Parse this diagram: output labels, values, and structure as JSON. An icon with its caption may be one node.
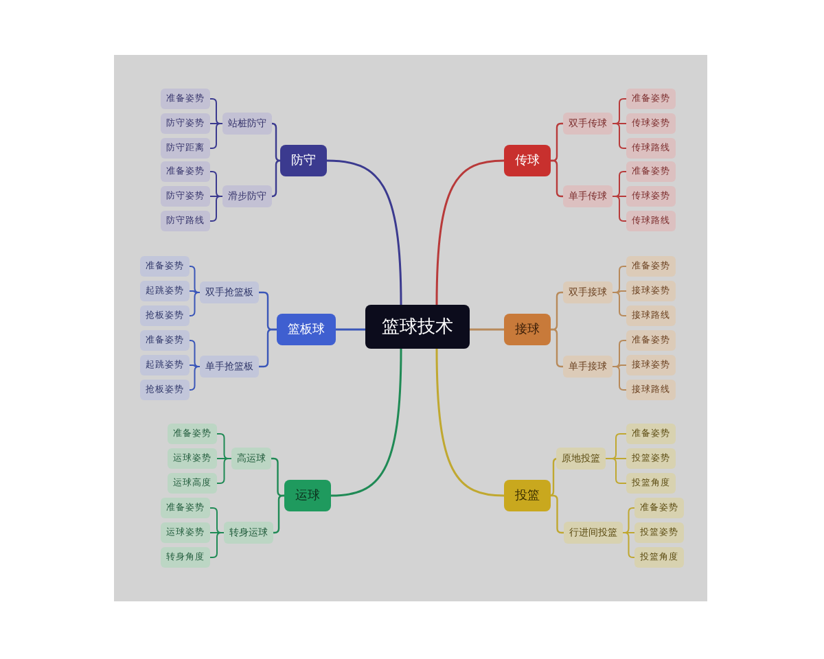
{
  "diagram": {
    "nodes": [
      {
        "text": [
          "篮球技术"
        ]
      },
      {
        "text": [
          "防守"
        ]
      },
      {
        "text": [
          "站桩防守"
        ]
      },
      {
        "text": [
          "准备姿势"
        ]
      },
      {
        "text": [
          "防守姿势"
        ]
      },
      {
        "text": [
          "防守距离"
        ]
      },
      {
        "text": [
          "滑步防守"
        ]
      },
      {
        "text": [
          "准备姿势"
        ]
      },
      {
        "text": [
          "防守姿势"
        ]
      },
      {
        "text": [
          "防守路线"
        ]
      },
      {
        "text": [
          "传球"
        ]
      },
      {
        "text": [
          "双手传球"
        ]
      },
      {
        "text": [
          "准备姿势"
        ]
      },
      {
        "text": [
          "传球姿势"
        ]
      },
      {
        "text": [
          "传球路线"
        ]
      },
      {
        "text": [
          "单手传球"
        ]
      },
      {
        "text": [
          "准备姿势"
        ]
      },
      {
        "text": [
          "传球姿势"
        ]
      },
      {
        "text": [
          "传球路线"
        ]
      },
      {
        "text": [
          "篮板球"
        ]
      },
      {
        "text": [
          "双手抢篮板"
        ]
      },
      {
        "text": [
          "准备姿势"
        ]
      },
      {
        "text": [
          "起跳姿势"
        ]
      },
      {
        "text": [
          "抢板姿势"
        ]
      },
      {
        "text": [
          "单手抢篮板"
        ]
      },
      {
        "text": [
          "准备姿势"
        ]
      },
      {
        "text": [
          "起跳姿势"
        ]
      },
      {
        "text": [
          "抢板姿势"
        ]
      },
      {
        "text": [
          "接球"
        ]
      },
      {
        "text": [
          "双手接球"
        ]
      },
      {
        "text": [
          "准备姿势"
        ]
      },
      {
        "text": [
          "接球姿势"
        ]
      },
      {
        "text": [
          "接球路线"
        ]
      },
      {
        "text": [
          "单手接球"
        ]
      },
      {
        "text": [
          "准备姿势"
        ]
      },
      {
        "text": [
          "接球姿势"
        ]
      },
      {
        "text": [
          "接球路线"
        ]
      },
      {
        "text": [
          "运球"
        ]
      },
      {
        "text": [
          "高运球"
        ]
      },
      {
        "text": [
          "准备姿势"
        ]
      },
      {
        "text": [
          "运球姿势"
        ]
      },
      {
        "text": [
          "运球高度"
        ]
      },
      {
        "text": [
          "转身运球"
        ]
      },
      {
        "text": [
          "准备姿势"
        ]
      },
      {
        "text": [
          "运球姿势"
        ]
      },
      {
        "text": [
          "转身角度"
        ]
      },
      {
        "text": [
          "投篮"
        ]
      },
      {
        "text": [
          "原地投篮"
        ]
      },
      {
        "text": [
          "准备姿势"
        ]
      },
      {
        "text": [
          "投篮姿势"
        ]
      },
      {
        "text": [
          "投篮角度"
        ]
      },
      {
        "text": [
          "行进间投篮"
        ]
      },
      {
        "text": [
          "准备姿势"
        ]
      },
      {
        "text": [
          "投篮姿势"
        ]
      },
      {
        "text": [
          "投篮角度"
        ]
      }
    ],
    "edges": [
      {
        "from": 0,
        "to": 1,
        "arrow": "none",
        "color": "#3b3a8f"
      },
      {
        "from": 1,
        "to": 2,
        "arrow": "none",
        "color": "#3b3a8f"
      },
      {
        "from": 1,
        "to": 6,
        "arrow": "none",
        "color": "#3b3a8f"
      },
      {
        "from": 2,
        "to": 3,
        "arrow": "none",
        "color": "#3b3a8f"
      },
      {
        "from": 2,
        "to": 4,
        "arrow": "none",
        "color": "#3b3a8f"
      },
      {
        "from": 2,
        "to": 5,
        "arrow": "none",
        "color": "#3b3a8f"
      },
      {
        "from": 6,
        "to": 7,
        "arrow": "none",
        "color": "#3b3a8f"
      },
      {
        "from": 6,
        "to": 8,
        "arrow": "none",
        "color": "#3b3a8f"
      },
      {
        "from": 6,
        "to": 9,
        "arrow": "none",
        "color": "#3b3a8f"
      },
      {
        "from": 0,
        "to": 10,
        "arrow": "none",
        "color": "#b83a3a"
      },
      {
        "from": 10,
        "to": 11,
        "arrow": "none",
        "color": "#b83a3a"
      },
      {
        "from": 10,
        "to": 15,
        "arrow": "none",
        "color": "#b83a3a"
      },
      {
        "from": 11,
        "to": 12,
        "arrow": "none",
        "color": "#b83a3a"
      },
      {
        "from": 11,
        "to": 13,
        "arrow": "none",
        "color": "#b83a3a"
      },
      {
        "from": 11,
        "to": 14,
        "arrow": "none",
        "color": "#b83a3a"
      },
      {
        "from": 15,
        "to": 16,
        "arrow": "none",
        "color": "#b83a3a"
      },
      {
        "from": 15,
        "to": 17,
        "arrow": "none",
        "color": "#b83a3a"
      },
      {
        "from": 15,
        "to": 18,
        "arrow": "none",
        "color": "#b83a3a"
      },
      {
        "from": 0,
        "to": 19,
        "arrow": "none",
        "color": "#3a56b8"
      },
      {
        "from": 19,
        "to": 20,
        "arrow": "none",
        "color": "#3a56b8"
      },
      {
        "from": 19,
        "to": 24,
        "arrow": "none",
        "color": "#3a56b8"
      },
      {
        "from": 20,
        "to": 21,
        "arrow": "none",
        "color": "#3a56b8"
      },
      {
        "from": 20,
        "to": 22,
        "arrow": "none",
        "color": "#3a56b8"
      },
      {
        "from": 20,
        "to": 23,
        "arrow": "none",
        "color": "#3a56b8"
      },
      {
        "from": 24,
        "to": 25,
        "arrow": "none",
        "color": "#3a56b8"
      },
      {
        "from": 24,
        "to": 26,
        "arrow": "none",
        "color": "#3a56b8"
      },
      {
        "from": 24,
        "to": 27,
        "arrow": "none",
        "color": "#3a56b8"
      },
      {
        "from": 0,
        "to": 28,
        "arrow": "none",
        "color": "#b88a5a"
      },
      {
        "from": 28,
        "to": 29,
        "arrow": "none",
        "color": "#b88a5a"
      },
      {
        "from": 28,
        "to": 33,
        "arrow": "none",
        "color": "#b88a5a"
      },
      {
        "from": 29,
        "to": 30,
        "arrow": "none",
        "color": "#b88a5a"
      },
      {
        "from": 29,
        "to": 31,
        "arrow": "none",
        "color": "#b88a5a"
      },
      {
        "from": 29,
        "to": 32,
        "arrow": "none",
        "color": "#b88a5a"
      },
      {
        "from": 33,
        "to": 34,
        "arrow": "none",
        "color": "#b88a5a"
      },
      {
        "from": 33,
        "to": 35,
        "arrow": "none",
        "color": "#b88a5a"
      },
      {
        "from": 33,
        "to": 36,
        "arrow": "none",
        "color": "#b88a5a"
      },
      {
        "from": 0,
        "to": 37,
        "arrow": "none",
        "color": "#1f8a55"
      },
      {
        "from": 37,
        "to": 38,
        "arrow": "none",
        "color": "#1f8a55"
      },
      {
        "from": 37,
        "to": 42,
        "arrow": "none",
        "color": "#1f8a55"
      },
      {
        "from": 38,
        "to": 39,
        "arrow": "none",
        "color": "#1f8a55"
      },
      {
        "from": 38,
        "to": 40,
        "arrow": "none",
        "color": "#1f8a55"
      },
      {
        "from": 38,
        "to": 41,
        "arrow": "none",
        "color": "#1f8a55"
      },
      {
        "from": 42,
        "to": 43,
        "arrow": "none",
        "color": "#1f8a55"
      },
      {
        "from": 42,
        "to": 44,
        "arrow": "none",
        "color": "#1f8a55"
      },
      {
        "from": 42,
        "to": 45,
        "arrow": "none",
        "color": "#1f8a55"
      },
      {
        "from": 0,
        "to": 46,
        "arrow": "none",
        "color": "#c0a830"
      },
      {
        "from": 46,
        "to": 47,
        "arrow": "none",
        "color": "#c0a830"
      },
      {
        "from": 46,
        "to": 51,
        "arrow": "none",
        "color": "#c0a830"
      },
      {
        "from": 47,
        "to": 48,
        "arrow": "none",
        "color": "#c0a830"
      },
      {
        "from": 47,
        "to": 49,
        "arrow": "none",
        "color": "#c0a830"
      },
      {
        "from": 47,
        "to": 50,
        "arrow": "none",
        "color": "#c0a830"
      },
      {
        "from": 51,
        "to": 52,
        "arrow": "none",
        "color": "#c0a830"
      },
      {
        "from": 51,
        "to": 53,
        "arrow": "none",
        "color": "#c0a830"
      },
      {
        "from": 51,
        "to": 54,
        "arrow": "none",
        "color": "#c0a830"
      }
    ]
  }
}
